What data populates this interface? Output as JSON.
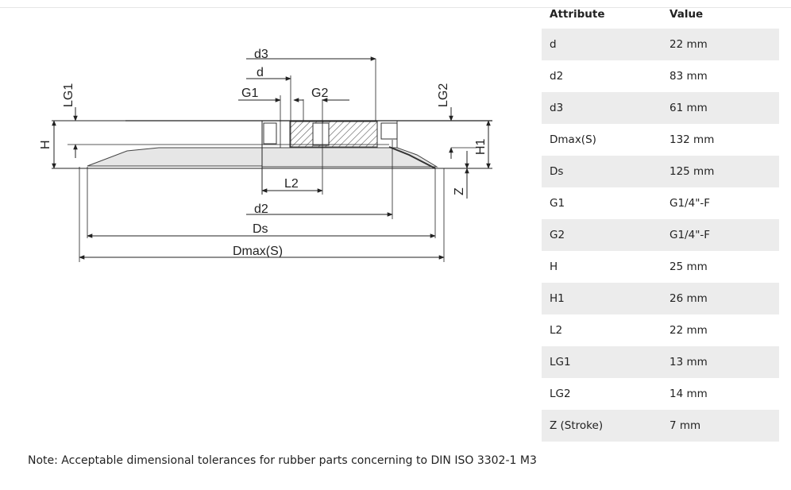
{
  "table": {
    "headers": {
      "attribute": "Attribute",
      "value": "Value"
    },
    "rows": [
      {
        "attribute": "d",
        "value": "22 mm"
      },
      {
        "attribute": "d2",
        "value": "83 mm"
      },
      {
        "attribute": "d3",
        "value": "61 mm"
      },
      {
        "attribute": "Dmax(S)",
        "value": "132 mm"
      },
      {
        "attribute": "Ds",
        "value": "125 mm"
      },
      {
        "attribute": "G1",
        "value": "G1/4\"-F"
      },
      {
        "attribute": "G2",
        "value": "G1/4\"-F"
      },
      {
        "attribute": "H",
        "value": "25 mm"
      },
      {
        "attribute": "H1",
        "value": "26 mm"
      },
      {
        "attribute": "L2",
        "value": "22 mm"
      },
      {
        "attribute": "LG1",
        "value": "13 mm"
      },
      {
        "attribute": "LG2",
        "value": "14 mm"
      },
      {
        "attribute": "Z (Stroke)",
        "value": "7 mm"
      }
    ]
  },
  "drawing": {
    "labels": {
      "d3": "d3",
      "d": "d",
      "g1": "G1",
      "g2": "G2",
      "lg1": "LG1",
      "lg2": "LG2",
      "h": "H",
      "h1": "H1",
      "l2": "L2",
      "z": "Z",
      "d2": "d2",
      "ds": "Ds",
      "dmax": "Dmax(S)"
    }
  },
  "note": "Note: Acceptable dimensional tolerances for rubber parts concerning to DIN ISO 3302-1 M3"
}
